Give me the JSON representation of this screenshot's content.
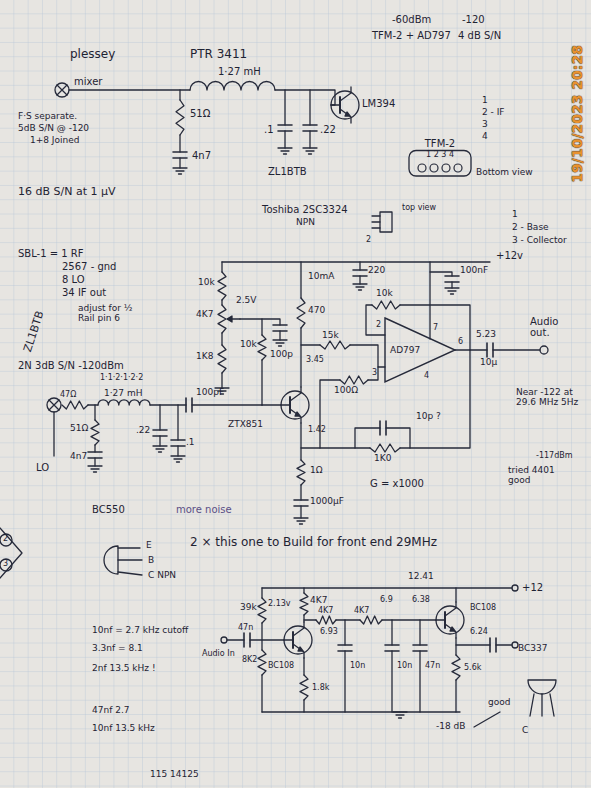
{
  "diagram": {
    "nodes": [
      {
        "text": [
          "TFM-2",
          "1 2 3 4"
        ]
      },
      {
        "text": [
          "AD797"
        ]
      }
    ],
    "labels": [
      "plessey",
      "PTR 3411",
      "-60dBm",
      "-120",
      "TFM-2 + AD797",
      "4 dB S/N",
      "mixer",
      "1·27 mH",
      "LM394",
      "51Ω",
      "4n7",
      "F·S separate.",
      "5dB S/N @ -120",
      "1+8 Joined",
      ".1",
      ".22",
      "ZL1BTB",
      "1",
      "2 - IF",
      "3",
      "4",
      "Bottom view",
      "16 dB S/N at 1 µV",
      "Toshiba 2SC3324",
      "NPN",
      "top view",
      "2",
      "1",
      "2 - Base",
      "3 - Collector",
      "SBL-1 = 1 RF",
      "2567 - gnd",
      "8 LO",
      "34 IF out",
      "+12v",
      "ZL1BTB",
      "adjust for ½ Rail pin 6",
      "10k",
      "2.5V",
      "4K7",
      "10k",
      "100p",
      "1K8",
      "10mA",
      "470",
      "220",
      "10k",
      "100nF",
      "2",
      "3",
      "7",
      "6",
      "4",
      "5.23",
      "15k",
      "100Ω",
      "2N 3dB S/N -120dBm",
      "1·1·2·1·2·2",
      "47Ω",
      "1·27 mH",
      "100pF",
      "ZTX851",
      "3.45",
      "1.42",
      "51Ω",
      "LO",
      "4n7",
      ".22",
      ".1",
      "1Ω",
      "1000µF",
      "1K0",
      "G = x1000",
      "10p ?",
      "10µ",
      "Audio out.",
      "Near -122 at 29.6 MHz 5Hz",
      "-117dBm",
      "tried 4401 good",
      "BC550",
      "more noise",
      "E",
      "B",
      "C NPN",
      "2",
      "3",
      "2 × this one to Build for front end 29MHz",
      "12.41",
      "+12",
      "39k",
      "2.13v",
      "4K7",
      "6.93",
      "4K7",
      "4K7",
      "6.9",
      "10n",
      "10n",
      "47n",
      "6.38",
      "BC108",
      "6.24",
      "47n",
      "Audio In",
      "BC108",
      "8K2",
      "1.8k",
      "5.6k",
      "10nf = 2.7 kHz cutoff",
      "3.3nf = 8.1",
      "2nf 13.5 kHz !",
      "47nf 2.7",
      "10nf 13.5 kHz",
      "BC337",
      "good",
      "-18 dB",
      "C",
      "115 14125",
      "19/10/2023 20:28"
    ]
  }
}
